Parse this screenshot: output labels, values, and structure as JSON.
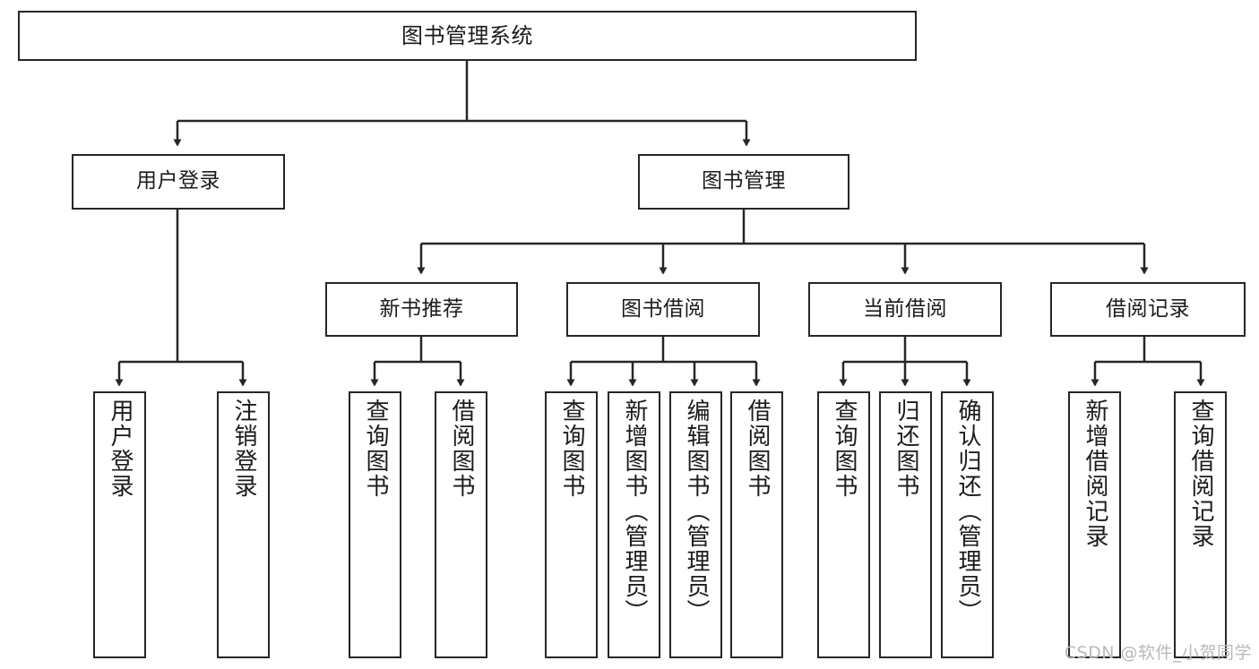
{
  "diagram": {
    "title": "图书管理系统",
    "type": "tree-hierarchy",
    "colors": {
      "border": "#262626",
      "background": "#ffffff",
      "text": "#1b1b1b",
      "watermark": "#b9b9b9"
    },
    "root": {
      "label": "图书管理系统"
    },
    "level2": [
      {
        "label": "用户登录"
      },
      {
        "label": "图书管理"
      }
    ],
    "level3": [
      {
        "label": "新书推荐"
      },
      {
        "label": "图书借阅"
      },
      {
        "label": "当前借阅"
      },
      {
        "label": "借阅记录"
      }
    ],
    "leaves": {
      "user_login": [
        {
          "label": "用户登录"
        },
        {
          "label": "注销登录"
        }
      ],
      "new_book_recommend": [
        {
          "label": "查询图书"
        },
        {
          "label": "借阅图书"
        }
      ],
      "book_borrow": [
        {
          "label": "查询图书"
        },
        {
          "label": "新增图书（管理员）"
        },
        {
          "label": "编辑图书（管理员）"
        },
        {
          "label": "借阅图书"
        }
      ],
      "current_borrow": [
        {
          "label": "查询图书"
        },
        {
          "label": "归还图书"
        },
        {
          "label": "确认归还（管理员）"
        }
      ],
      "borrow_record": [
        {
          "label": "新增借阅记录"
        },
        {
          "label": "查询借阅记录"
        }
      ]
    },
    "watermark": "CSDN @软件_小贺同学"
  }
}
